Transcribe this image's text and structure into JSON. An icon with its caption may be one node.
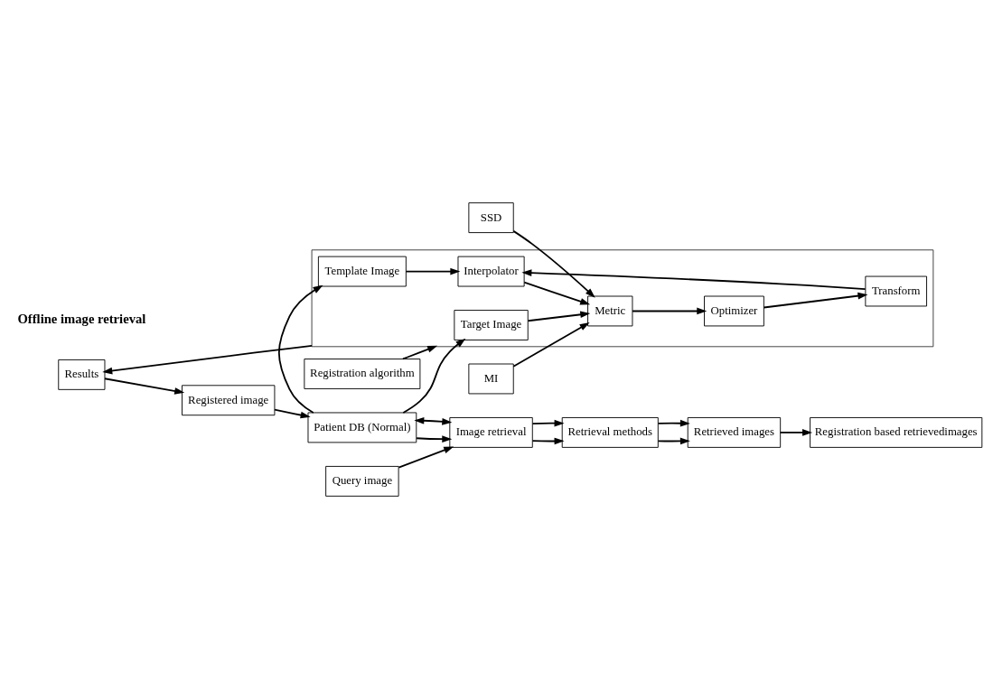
{
  "diagram": {
    "nodes": [
      {
        "text": [
          "Patient DB (Normal)"
        ]
      },
      {
        "text": [],
        "shape": "box"
      },
      {
        "text": [
          "Template Image"
        ],
        "in": 1
      },
      {
        "text": [
          "Interpolator"
        ],
        "in": 1
      },
      {
        "text": [
          "Transform"
        ],
        "in": 1
      },
      {
        "text": [
          "Target Image"
        ],
        "in": 1
      },
      {
        "text": [
          "Metric"
        ],
        "in": 1
      },
      {
        "text": [
          "Optimizer"
        ],
        "in": 1
      },
      {
        "text": [
          "Registration algorithm"
        ]
      },
      {
        "text": [
          "SSD"
        ]
      },
      {
        "text": [
          "MI"
        ]
      },
      {
        "text": [
          "Results"
        ]
      },
      {
        "text": [
          "Registered image"
        ]
      },
      {
        "text": [
          "Query image"
        ]
      },
      {
        "text": [
          "Image retrieval"
        ]
      },
      {
        "text": [
          "Retrieval methods"
        ]
      },
      {
        "text": [
          "Retrieved images"
        ]
      },
      {
        "text": [
          "Registration based retrievedimages"
        ]
      }
    ],
    "edges": [
      {
        "from": 0,
        "to": 2,
        "arrow": "to"
      },
      {
        "from": 0,
        "to": 5,
        "arrow": "to"
      },
      {
        "from": 2,
        "to": 3,
        "arrow": "to"
      },
      {
        "from": 4,
        "to": 3,
        "arrow": "to"
      },
      {
        "from": 3,
        "to": 6,
        "arrow": "to"
      },
      {
        "from": 5,
        "to": 6,
        "arrow": "to"
      },
      {
        "from": 6,
        "to": 7,
        "arrow": "to"
      },
      {
        "from": 7,
        "to": 4,
        "arrow": "to"
      },
      {
        "from": 8,
        "to": 1,
        "arrow": "to"
      },
      {
        "from": 9,
        "to": 6,
        "arrow": "to"
      },
      {
        "from": 10,
        "to": 6,
        "arrow": "to"
      },
      {
        "from": 1,
        "to": 11,
        "arrow": "to"
      },
      {
        "from": 11,
        "to": 12,
        "arrow": "to"
      },
      {
        "from": 12,
        "to": 0,
        "arrow": "to"
      },
      {
        "from": 14,
        "to": 0,
        "arrow": "both"
      },
      {
        "from": 0,
        "to": 14,
        "arrow": "to"
      },
      {
        "from": 13,
        "to": 14,
        "arrow": "to"
      },
      {
        "from": 14,
        "to": 15,
        "arrow": "to"
      },
      {
        "from": 14,
        "to": 15,
        "arrow": "to"
      },
      {
        "from": 15,
        "to": 16,
        "arrow": "to"
      },
      {
        "from": 15,
        "to": 16,
        "arrow": "to"
      },
      {
        "from": 16,
        "to": 17,
        "arrow": "to"
      }
    ],
    "labels": [
      "Offline image retrieval"
    ]
  }
}
